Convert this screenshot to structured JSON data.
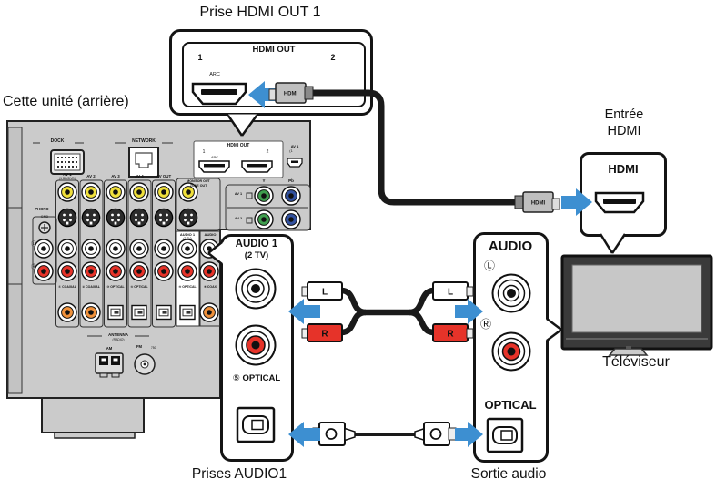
{
  "colors": {
    "arrow": "#3D8FD1",
    "red": "#E63329",
    "yellow": "#F0E03C",
    "green": "#3F9E4E",
    "blue": "#32519F",
    "orange": "#F0913B",
    "panel": "#CBCBCB",
    "plug": "#BFBFBF",
    "screen": "#C7C7C7"
  },
  "labels": {
    "top_callout": "Prise HDMI OUT 1",
    "unit_rear": "Cette unité (arrière)",
    "hdmi_input_1": "Entrée",
    "hdmi_input_2": "HDMI",
    "tv": "Téléviseur",
    "audio1_jacks": "Prises AUDIO1",
    "audio_output": "Sortie audio"
  },
  "hdmi_out_box": {
    "title": "HDMI OUT",
    "n1": "1",
    "n2": "2",
    "arc": "ARC",
    "plug": "HDMI"
  },
  "hdmi_in_box": {
    "title": "HDMI",
    "plug": "HDMI"
  },
  "audio1_box": {
    "title": "AUDIO 1",
    "subtitle": "(2 TV)",
    "optical": "⑤ OPTICAL"
  },
  "audio_box": {
    "title": "AUDIO",
    "l": "Ⓛ",
    "r": "Ⓡ",
    "optical": "OPTICAL"
  },
  "rca_cable": {
    "l": "L",
    "r": "R"
  },
  "panel": {
    "dock": "DOCK",
    "network": "NETWORK",
    "hdmi_out": "HDMI OUT",
    "n1": "1",
    "n2": "2",
    "arc": "ARC",
    "av1_hdmi": "AV 1",
    "av1_hdmi_sub": "(1",
    "columns": [
      {
        "name": "AV 1",
        "sub": "(1 BD/DVD)"
      },
      {
        "name": "AV 2"
      },
      {
        "name": "AV 3"
      },
      {
        "name": "AV 4"
      },
      {
        "name": "AV OUT"
      }
    ],
    "monitor_1": "MONITOR OUT",
    "monitor_2": "ZONE OUT",
    "phono": "PHONO",
    "gnd": "GND",
    "l": "Ⓛ",
    "r": "Ⓡ",
    "digital": [
      "① COAXIAL",
      "② COAXIAL",
      "③ OPTICAL",
      "④ OPTICAL",
      "⑤ OPTICAL",
      "⑥ COAX"
    ],
    "audio1_col": "AUDIO 1",
    "audio1_col_sub": "(2 TV)",
    "audio2_col": "AUDIO",
    "component": {
      "y": "Y",
      "pb": "Pb",
      "av1": "AV 1",
      "av2": "AV 2"
    },
    "antenna": "ANTENNA",
    "antenna_sub": "(RADIO)",
    "am": "AM",
    "fm": "FM",
    "ohm": "75Ω"
  }
}
